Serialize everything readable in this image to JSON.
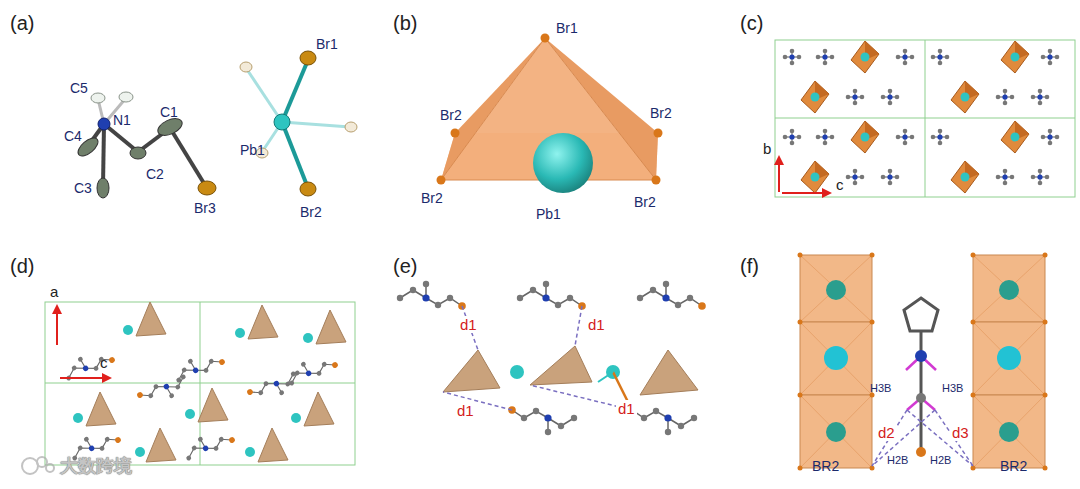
{
  "diagram": {
    "labels": [
      "(a)",
      "C5",
      "C4",
      "N1",
      "C1",
      "C3",
      "C2",
      "Br3",
      "Br1",
      "Pb1",
      "Br2",
      "(b)",
      "Br1",
      "Br2",
      "Br2",
      "Br2",
      "Br2",
      "Pb1",
      "(c)",
      "b",
      "c",
      "(d)",
      "a",
      "c",
      "(e)",
      "d1",
      "d1",
      "d1",
      "d1",
      "(f)",
      "H3B",
      "H3B",
      "d2",
      "d3",
      "H2B",
      "H2B",
      "BR2",
      "BR2",
      "大数跨境"
    ]
  }
}
